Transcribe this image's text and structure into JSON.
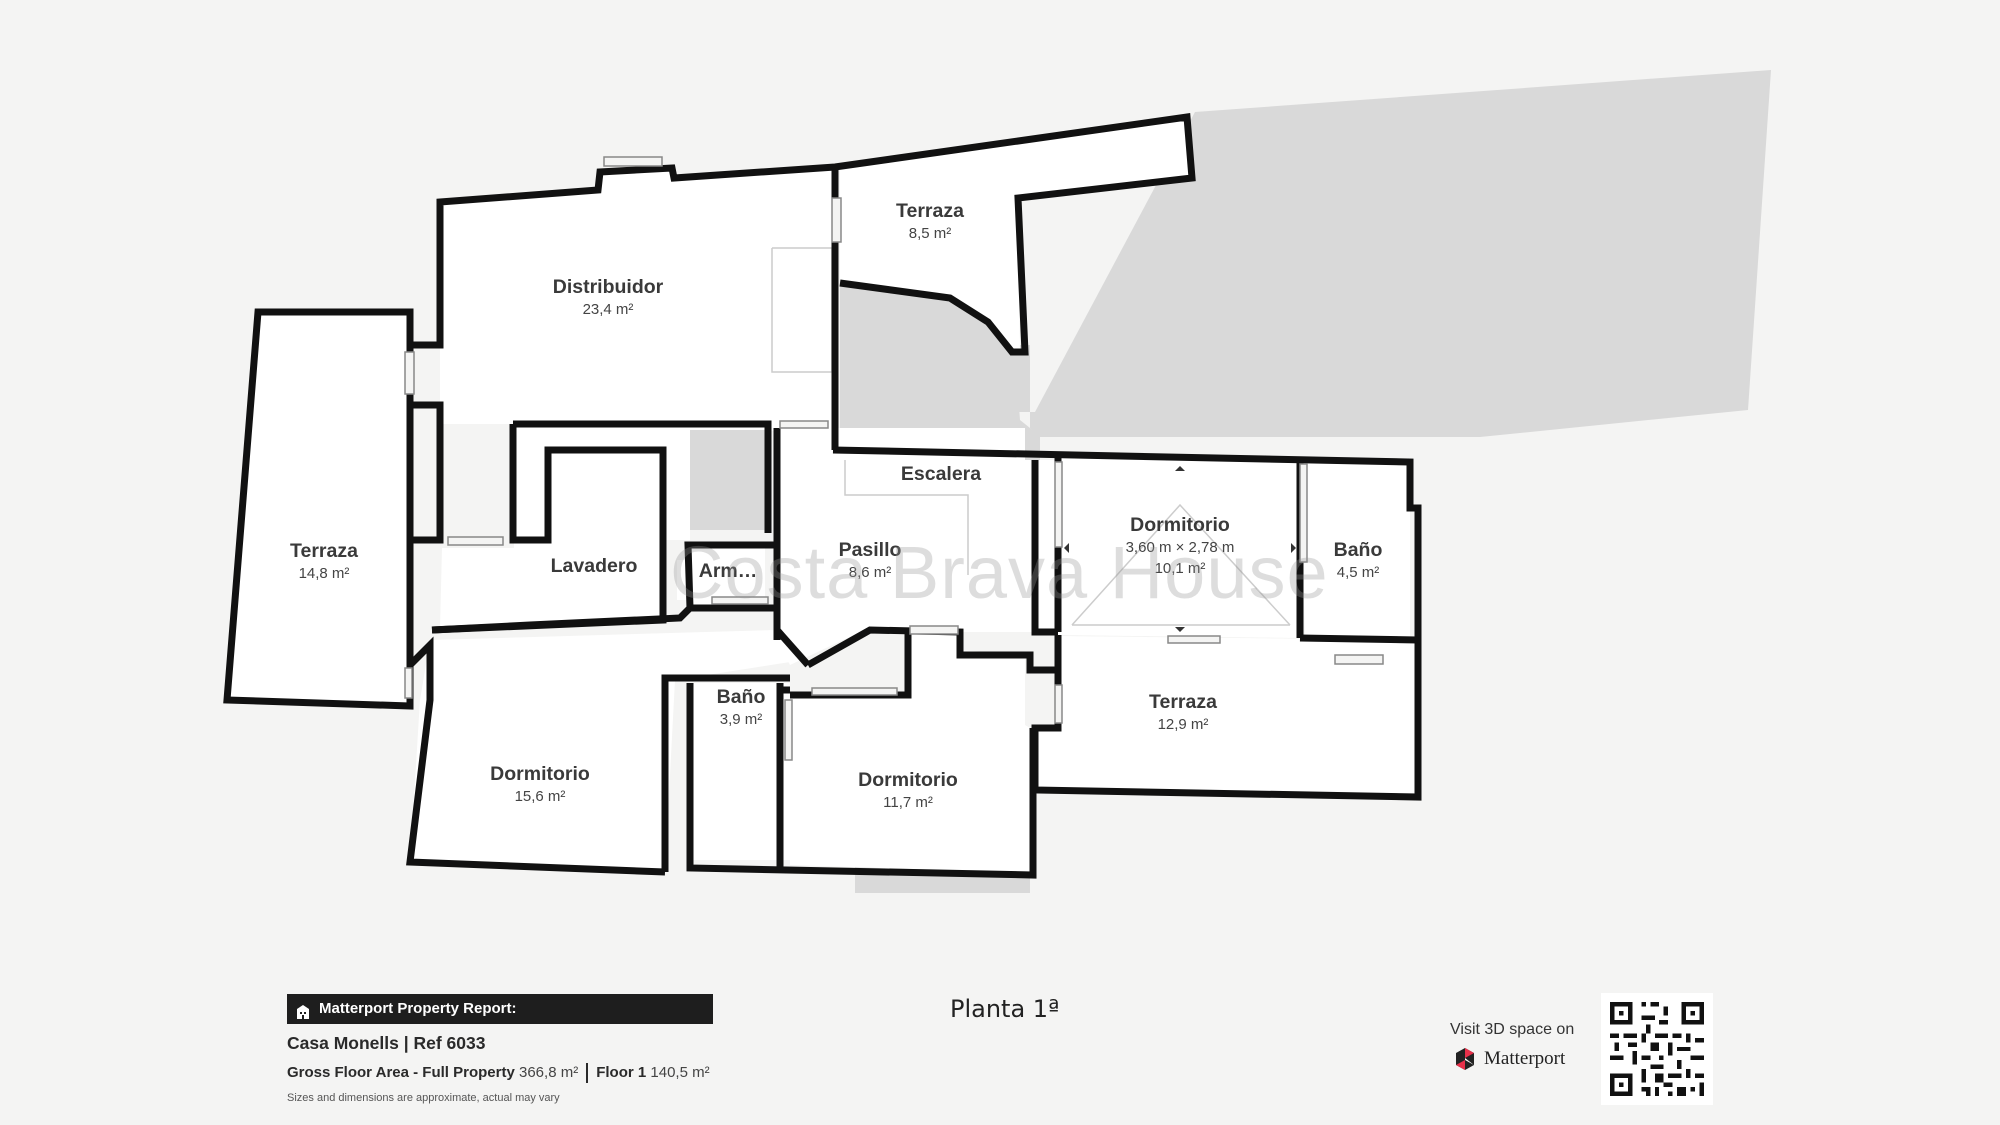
{
  "rooms": [
    {
      "id": "terraza-top",
      "name": "Terraza",
      "area": "8,5 m²"
    },
    {
      "id": "distribuidor",
      "name": "Distribuidor",
      "area": "23,4 m²"
    },
    {
      "id": "terraza-left",
      "name": "Terraza",
      "area": "14,8 m²"
    },
    {
      "id": "lavadero",
      "name": "Lavadero",
      "area": ""
    },
    {
      "id": "armario",
      "name": "Arm…",
      "area": ""
    },
    {
      "id": "escalera",
      "name": "Escalera",
      "area": ""
    },
    {
      "id": "pasillo",
      "name": "Pasillo",
      "area": "8,6 m²"
    },
    {
      "id": "dormitorio-main",
      "name": "Dormitorio",
      "dimensions": "3,60 m × 2,78 m",
      "area": "10,1 m²"
    },
    {
      "id": "bano-right",
      "name": "Baño",
      "area": "4,5 m²"
    },
    {
      "id": "terraza-right",
      "name": "Terraza",
      "area": "12,9 m²"
    },
    {
      "id": "dormitorio-left",
      "name": "Dormitorio",
      "area": "15,6 m²"
    },
    {
      "id": "bano-small",
      "name": "Baño",
      "area": "3,9 m²"
    },
    {
      "id": "dormitorio-mid",
      "name": "Dormitorio",
      "area": "11,7 m²"
    }
  ],
  "watermark": "Costa Brava House",
  "floor_title": "Planta 1ª",
  "report": {
    "header": "Matterport Property Report:",
    "property_name": "Casa Monells | Ref 6033",
    "gross_label": "Gross Floor Area - Full Property",
    "gross_value": "366,8 m²",
    "floor_label": "Floor 1",
    "floor_value": "140,5 m²",
    "disclaimer": "Sizes and dimensions are approximate, actual may vary"
  },
  "visit": {
    "text": "Visit 3D space on",
    "brand": "Matterport"
  },
  "icons": {
    "report_icon": "building-icon",
    "brand_icon": "matterport-logo-icon",
    "qr_icon": "qr-code-icon"
  },
  "colors": {
    "background": "#f4f4f3",
    "wall": "#111111",
    "room_fill": "#ffffff",
    "outdoor_fill": "#d9d9d9",
    "report_bar": "#1e1e1e"
  }
}
